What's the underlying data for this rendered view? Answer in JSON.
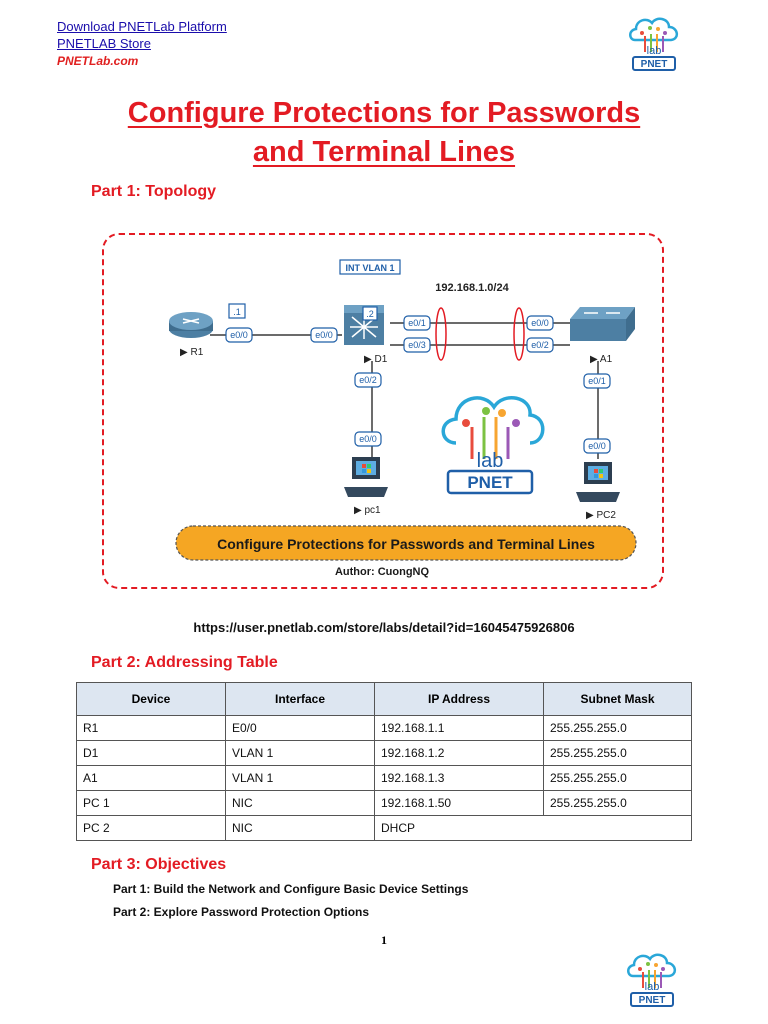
{
  "header": {
    "links": [
      "Download PNETLab Platform",
      "PNETLAB Store"
    ],
    "site": "PNETLab.com"
  },
  "logo": {
    "text": "PNET",
    "lab_text": "lab"
  },
  "title": {
    "line1": "Configure Protections for Passwords",
    "line2": "and Terminal Lines"
  },
  "part1": {
    "heading": "Part 1: Topology"
  },
  "topology": {
    "vlan_label": "INT VLAN 1",
    "network": "192.168.1.0/24",
    "r1": {
      "name": "R1",
      "ip_suffix": ".1",
      "port": "e0/0"
    },
    "d1": {
      "name": "D1",
      "ip_suffix": ".2",
      "ports": [
        "e0/0",
        "e0/1",
        "e0/3",
        "e0/2"
      ]
    },
    "a1": {
      "name": "A1",
      "ports": [
        "e0/0",
        "e0/2",
        "e0/1"
      ]
    },
    "pc1": {
      "name": "pc1",
      "port": "e0/0"
    },
    "pc2": {
      "name": "PC2",
      "port": "e0/0"
    },
    "banner": "Configure Protections for Passwords and Terminal Lines",
    "author": "Author: CuongNQ"
  },
  "lab_url": "https://user.pnetlab.com/store/labs/detail?id=16045475926806",
  "part2": {
    "heading": "Part 2: Addressing Table",
    "columns": [
      "Device",
      "Interface",
      "IP Address",
      "Subnet Mask"
    ],
    "rows": [
      [
        "R1",
        "E0/0",
        "192.168.1.1",
        "255.255.255.0"
      ],
      [
        "D1",
        "VLAN 1",
        "192.168.1.2",
        "255.255.255.0"
      ],
      [
        "A1",
        "VLAN 1",
        "192.168.1.3",
        "255.255.255.0"
      ],
      [
        "PC 1",
        "NIC",
        "192.168.1.50",
        "255.255.255.0"
      ],
      [
        "PC 2",
        "NIC",
        "DHCP",
        ""
      ]
    ]
  },
  "part3": {
    "heading": "Part 3: Objectives",
    "items": [
      "Part 1: Build the Network and Configure Basic Device Settings",
      "Part 2: Explore Password Protection Options"
    ]
  },
  "page_number": "1",
  "colors": {
    "accent_red": "#e31b23",
    "link_blue": "#1a0dab",
    "table_header": "#dde6f1",
    "banner_orange": "#f5a623"
  }
}
